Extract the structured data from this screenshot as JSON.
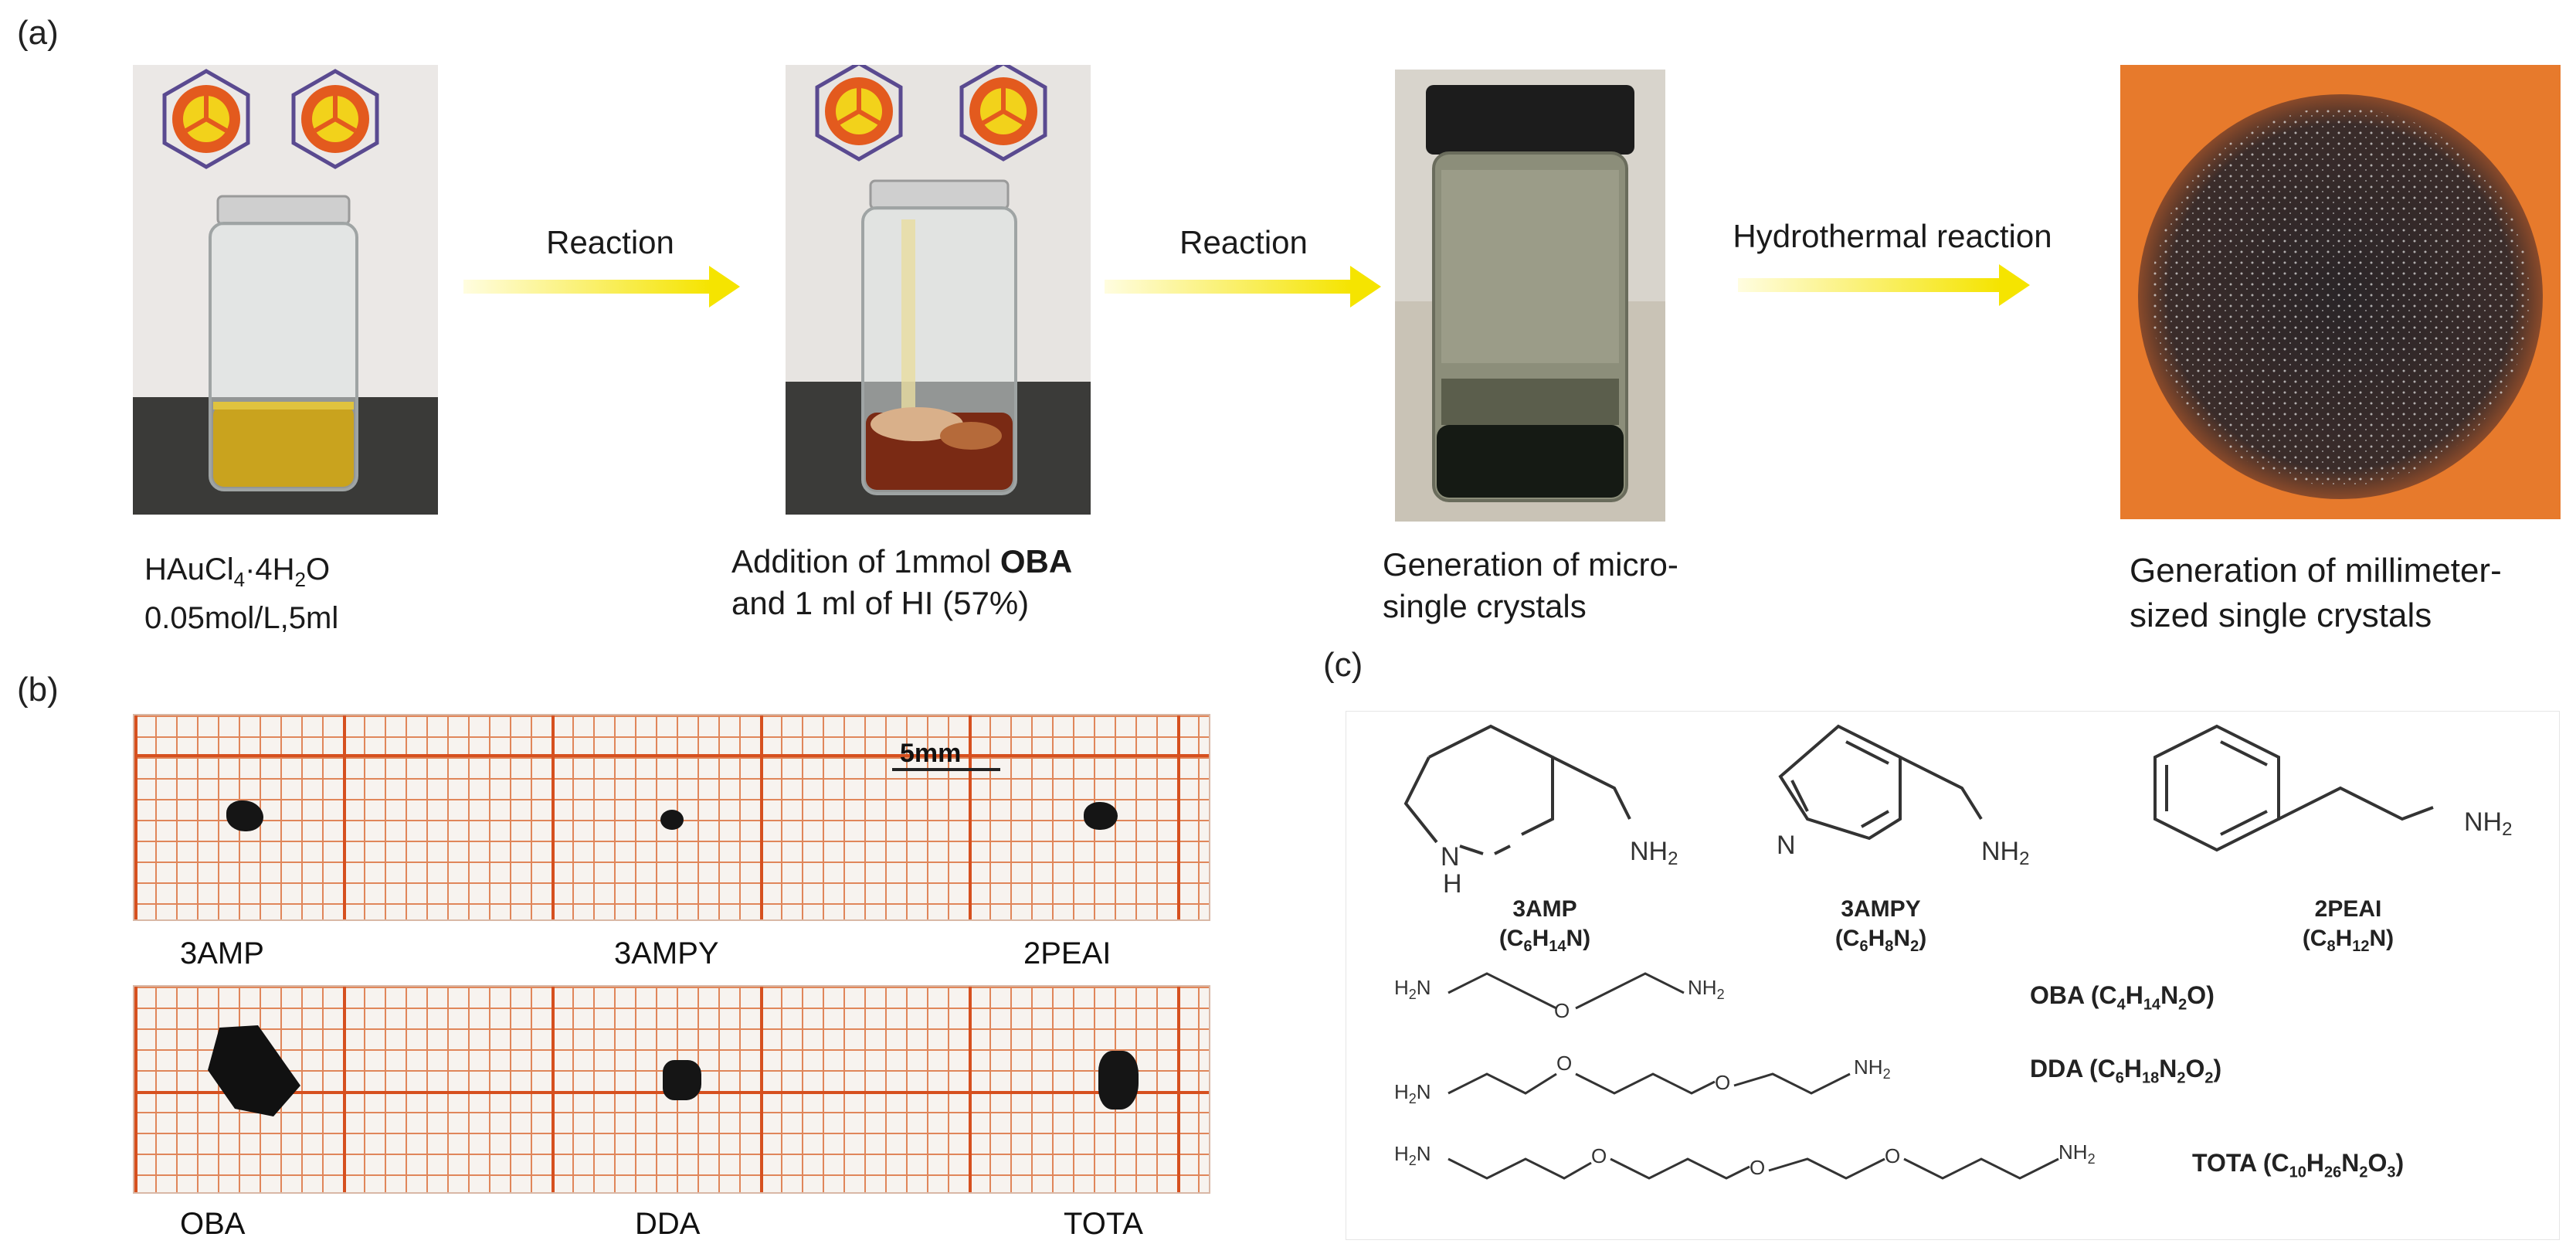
{
  "panel_a": {
    "label": "(a)",
    "arrows": [
      "Reaction",
      "Reaction",
      "Hydrothermal reaction"
    ],
    "step1": {
      "formula_main": "HAuCl",
      "formula_sub1": "4",
      "formula_mid": "·4H",
      "formula_sub2": "2",
      "formula_end": "O",
      "line2": "0.05mol/L,5ml"
    },
    "step2": {
      "line1_pre": "Addition of 1mmol ",
      "line1_bold": "OBA",
      "line2": "and 1 ml of HI (57%)"
    },
    "step3": {
      "line1": "Generation of micro-",
      "line2": "single crystals"
    },
    "step4": {
      "line1": "Generation of millimeter-",
      "line2": "sized single crystals"
    }
  },
  "panel_b": {
    "label": "(b)",
    "scale_label": "5mm",
    "top_samples": [
      "3AMP",
      "3AMPY",
      "2PEAI"
    ],
    "bottom_samples": [
      "OBA",
      "DDA",
      "TOTA"
    ]
  },
  "panel_c": {
    "label": "(c)",
    "structures": [
      {
        "name": "3AMP",
        "formula": {
          "pre": "(C",
          "s1": "6",
          "m1": "H",
          "s2": "14",
          "end": "N)"
        }
      },
      {
        "name": "3AMPY",
        "formula": {
          "pre": "(C",
          "s1": "6",
          "m1": "H",
          "s2": "8",
          "m2": "N",
          "s3": "2",
          "end": ")"
        }
      },
      {
        "name": "2PEAI",
        "formula": {
          "pre": "(C",
          "s1": "8",
          "m1": "H",
          "s2": "12",
          "end": "N)"
        }
      }
    ],
    "atoms": {
      "nh": "N",
      "h": "H",
      "n": "N",
      "nh2": "NH",
      "nh2_sub": "2",
      "h2n": "H",
      "h2n_sub": "2",
      "h2n_end": "N",
      "o": "O"
    },
    "chains": [
      {
        "name": "OBA",
        "f": [
          "(C",
          "4",
          "H",
          "14",
          "N",
          "2",
          "O)"
        ]
      },
      {
        "name": "DDA",
        "f": [
          "(C",
          "6",
          "H",
          "18",
          "N",
          "2",
          "O",
          "2",
          ")"
        ]
      },
      {
        "name": "TOTA",
        "f": [
          "(C",
          "10",
          "H",
          "26",
          "N",
          "2",
          "O",
          "3",
          ")"
        ]
      }
    ]
  }
}
